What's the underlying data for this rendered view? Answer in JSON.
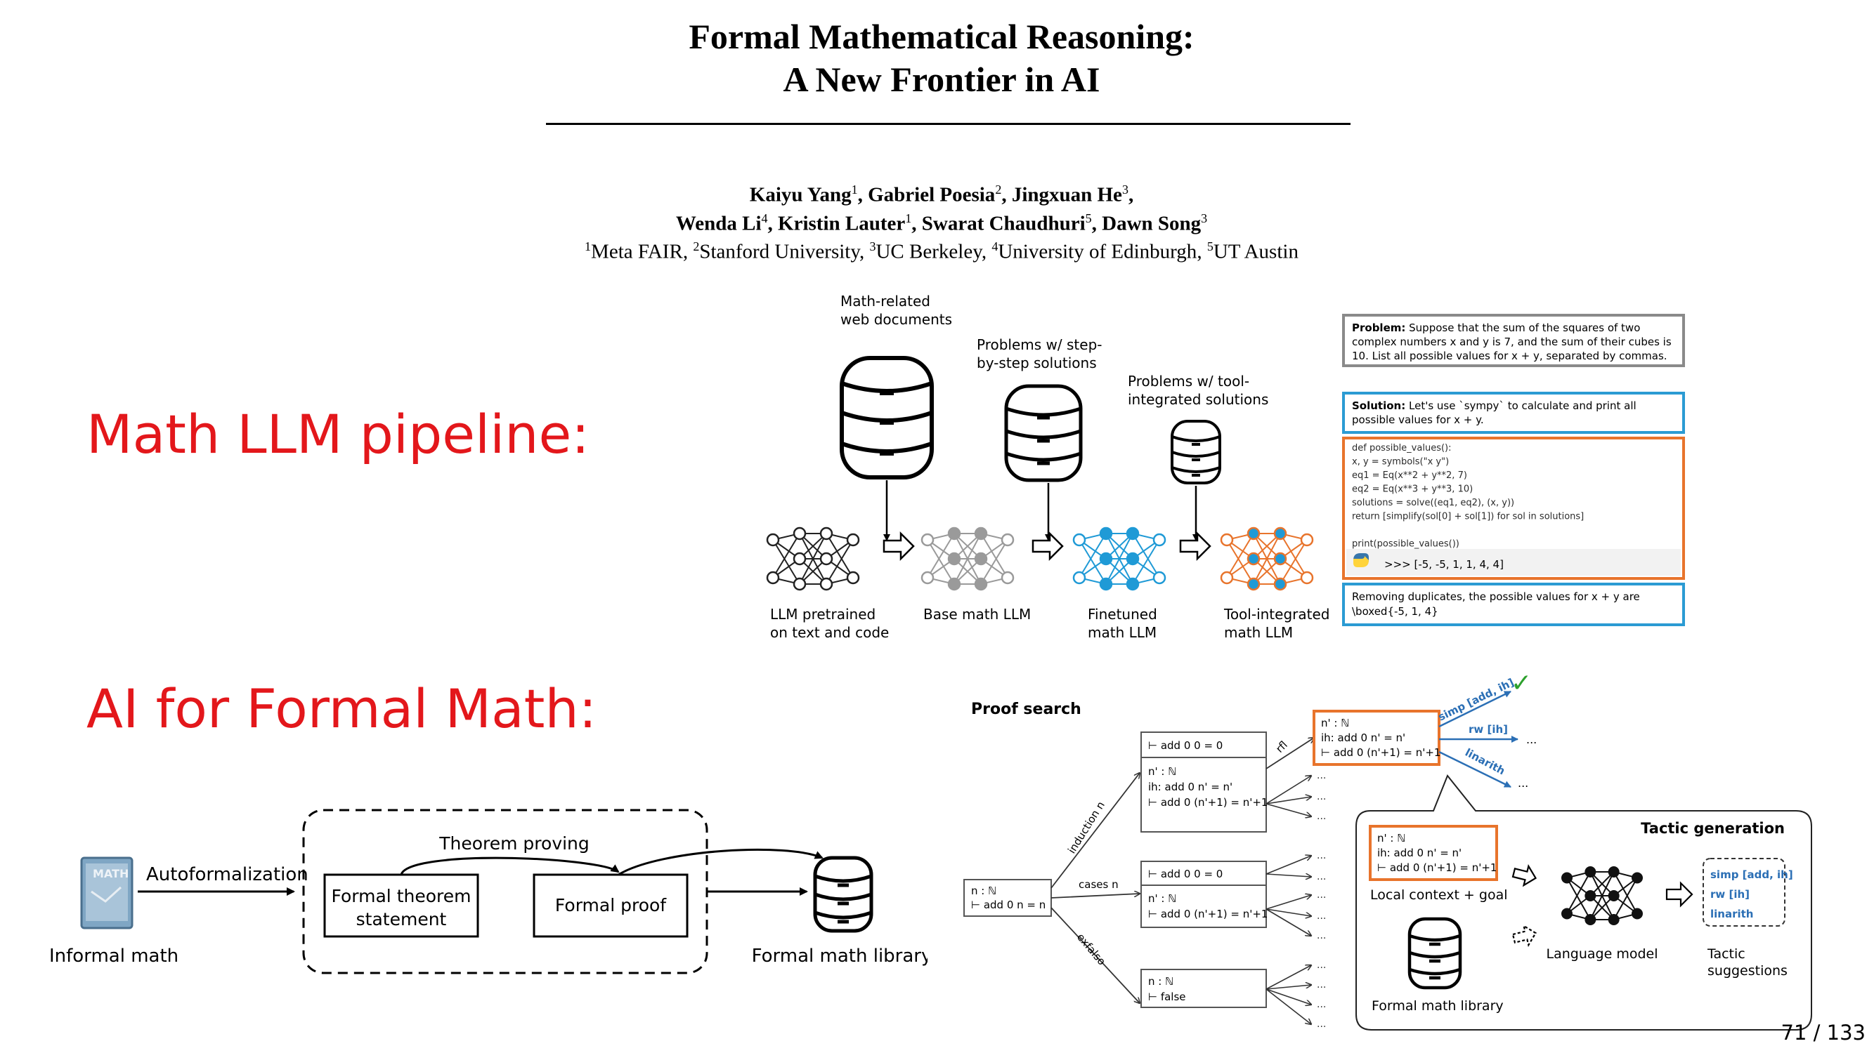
{
  "paper": {
    "title_line1": "Formal Mathematical Reasoning:",
    "title_line2": "A New Frontier in AI",
    "authors": [
      {
        "name": "Kaiyu Yang",
        "aff": "1"
      },
      {
        "name": "Gabriel Poesia",
        "aff": "2"
      },
      {
        "name": "Jingxuan He",
        "aff": "3"
      },
      {
        "name": "Wenda Li",
        "aff": "4"
      },
      {
        "name": "Kristin Lauter",
        "aff": "1"
      },
      {
        "name": "Swarat Chaudhuri",
        "aff": "5"
      },
      {
        "name": "Dawn Song",
        "aff": "3"
      }
    ],
    "affiliations": [
      {
        "num": "1",
        "name": "Meta FAIR"
      },
      {
        "num": "2",
        "name": "Stanford University"
      },
      {
        "num": "3",
        "name": "UC Berkeley"
      },
      {
        "num": "4",
        "name": "University of Edinburgh"
      },
      {
        "num": "5",
        "name": "UT Austin"
      }
    ]
  },
  "section_labels": {
    "math_llm": "Math LLM  pipeline:",
    "formal_math": "AI for Formal Math:"
  },
  "colors": {
    "accent_red": "#e3171b",
    "finetuned_blue": "#1f9ad6",
    "tool_orange": "#e8742c",
    "box_gray": "#8a8a8a",
    "box_blue": "#2b9bd3",
    "box_orange": "#e8742c",
    "pretrained_network": "#222222",
    "base_network": "#9a9a9a"
  },
  "pipeline": {
    "data_labels": {
      "web_docs_1": "Math-related",
      "web_docs_2": "web documents",
      "step_1": "Problems w/ step-",
      "step_2": "by-step solutions",
      "tool_1": "Problems w/ tool-",
      "tool_2": "integrated solutions"
    },
    "model_labels": {
      "pretrained_1": "LLM  pretrained",
      "pretrained_2": "on text and code",
      "base": "Base math LLM",
      "finetuned_1": "Finetuned",
      "finetuned_2": "math LLM",
      "tool_1": "Tool-integrated",
      "tool_2": "math LLM"
    },
    "problem_box": {
      "label": "Problem:",
      "text_1": " Suppose that the sum of the squares of two",
      "text_2": "complex numbers x and y is 7, and the sum of their cubes is",
      "text_3": "10. List all possible values for x + y, separated by commas."
    },
    "solution_box": {
      "label": "Solution:",
      "text_1": " Let's use `sympy` to calculate and print all",
      "text_2": "possible values for x + y."
    },
    "code_lines": [
      "def possible_values():",
      "    x, y = symbols(\"x y\")",
      "    eq1 = Eq(x**2 + y**2, 7)",
      "    eq2 = Eq(x**3 + y**3, 10)",
      "    solutions = solve((eq1, eq2), (x, y))",
      "    return [simplify(sol[0] + sol[1]) for sol in solutions]",
      "",
      "print(possible_values())"
    ],
    "output": ">>> [-5, -5, 1, 1, 4, 4]",
    "answer_box": {
      "text_1": "Removing duplicates, the possible values for x + y are",
      "text_2": "\\boxed{-5, 1, 4}"
    }
  },
  "autoformal": {
    "informal_math": "Informal math",
    "book_caption": "MATH",
    "autoformalization": "Autoformalization",
    "theorem_proving": "Theorem proving",
    "formal_theorem_1": "Formal theorem",
    "formal_theorem_2": "statement",
    "formal_proof": "Formal proof",
    "formal_library": "Formal math library"
  },
  "proof_search": {
    "title": "Proof search",
    "root_1": "n : ℕ",
    "root_2": "⊢ add 0 n = n",
    "edge_induction": "induction n",
    "edge_cases": "cases n",
    "edge_exfalso": "exfalso",
    "edge_rfl": "rfl",
    "induction_goal_a": "⊢ add 0 0 = 0",
    "induction_goal_b1": "n' : ℕ",
    "induction_goal_b2": "ih: add 0 n' = n'",
    "induction_goal_b3": "⊢ add 0 (n'+1) = n'+1",
    "cases_goal_a": "⊢ add 0 0 = 0",
    "cases_goal_b1": "n' : ℕ",
    "cases_goal_b2": "⊢ add 0 (n'+1) = n'+1",
    "exfalso_goal_1": "n : ℕ",
    "exfalso_goal_2": "⊢ false",
    "selected_1": "n' : ℕ",
    "selected_2": "ih: add 0 n' = n'",
    "selected_3": "⊢ add 0 (n'+1) = n'+1",
    "tactic_simp": "simp [add, ih]",
    "tactic_rw": "rw [ih]",
    "tactic_linarith": "linarith",
    "ellipsis": "...",
    "success_mark": "✓"
  },
  "tactic_generation": {
    "title": "Tactic generation",
    "context_1": "n' : ℕ",
    "context_2": "ih: add 0 n' = n'",
    "context_3": "⊢ add 0 (n'+1) = n'+1",
    "context_label": "Local context + goal",
    "library_label": "Formal math library",
    "model_label": "Language model",
    "suggestion_1": "simp [add, ih]",
    "suggestion_2": "rw [ih]",
    "suggestion_3": "linarith",
    "suggestions_label_1": "Tactic",
    "suggestions_label_2": "suggestions"
  },
  "slide_number": "71 / 133"
}
